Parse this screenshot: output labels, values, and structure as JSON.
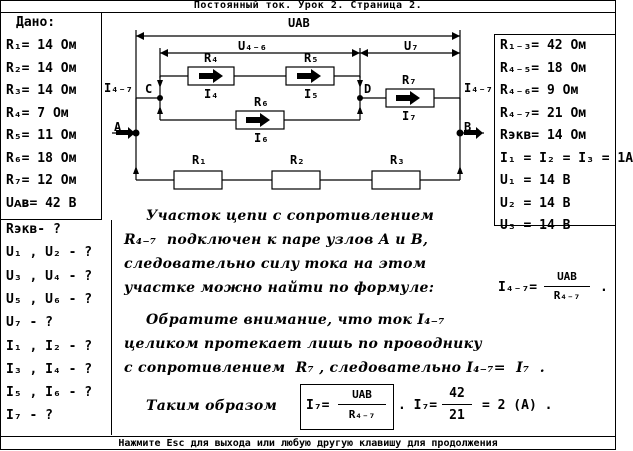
{
  "header": {
    "title": "Постоянный ток.   Урок 2.   Страница 2."
  },
  "footer": {
    "hint": "Нажмите Esc для выхода или любую другую клавишу для продолжения"
  },
  "given": {
    "title": "Дано:",
    "items": [
      "R₁= 14 Ом",
      "R₂= 14 Ом",
      "R₃= 14 Ом",
      "R₄= 7 Ом",
      "R₅= 11 Ом",
      "R₆= 18 Ом",
      "R₇= 12 Ом",
      "Uᴀʙ= 42 В"
    ]
  },
  "find": {
    "items": [
      "Rэкв- ?",
      "U₁ , U₂ - ?",
      "U₃ , U₄ - ?",
      "U₅ , U₆ - ?",
      "U₇ - ?",
      "I₁ , I₂ - ?",
      "I₃ , I₄ - ?",
      "I₅ , I₆ - ?",
      "I₇ - ?"
    ]
  },
  "results": {
    "items": [
      "R₁₋₃= 42 Ом",
      "R₄₋₅= 18 Ом",
      "R₄₋₆= 9 Ом",
      "R₄₋₇= 21 Ом",
      "Rэкв= 14 Ом",
      "I₁ = I₂ = I₃ = 1A",
      "U₁ = 14 В",
      "U₂ = 14 В",
      "U₃ = 14 В"
    ]
  },
  "circuit": {
    "u_ab": "UAB",
    "u_46": "U₄₋₆",
    "u_7": "U₇",
    "i_47_left": "I₄₋₇",
    "i_47_right": "I₄₋₇",
    "node_a": "A",
    "node_b": "B",
    "node_c": "C",
    "node_d": "D",
    "r1": "R₁",
    "r2": "R₂",
    "r3": "R₃",
    "r4": "R₄",
    "r5": "R₅",
    "r6": "R₆",
    "r7": "R₇",
    "i4": "I₄",
    "i5": "I₅",
    "i6": "I₆",
    "i7": "I₇"
  },
  "explanation": {
    "p1_l1": "Участок цепи с сопротивлением",
    "p1_l2": "R₄₋₇  подключен к паре узлов A и B,",
    "p1_l3": "следовательно силу тока на этом",
    "p1_l4": "участке можно найти по формуле:",
    "formula1_lhs": "I₄₋₇=",
    "formula1_num": "UAB",
    "formula1_den": "R₄₋₇",
    "formula1_end": ".",
    "p2_l1": "Обратите внимание, что ток I₄₋₇",
    "p2_l2": "целиком протекает лишь по проводнику",
    "p2_l3": "с сопротивлением  R₇ , следовательно I₄₋₇=  I₇  .",
    "p3_prefix": "Таким образом",
    "formula2_lhs": "I₇=",
    "formula2_num": "UAB",
    "formula2_den": "R₄₋₇",
    "formula3_lhs": ". I₇=",
    "formula3_num": "42",
    "formula3_den": "21",
    "formula3_result": "= 2 (A) ."
  }
}
